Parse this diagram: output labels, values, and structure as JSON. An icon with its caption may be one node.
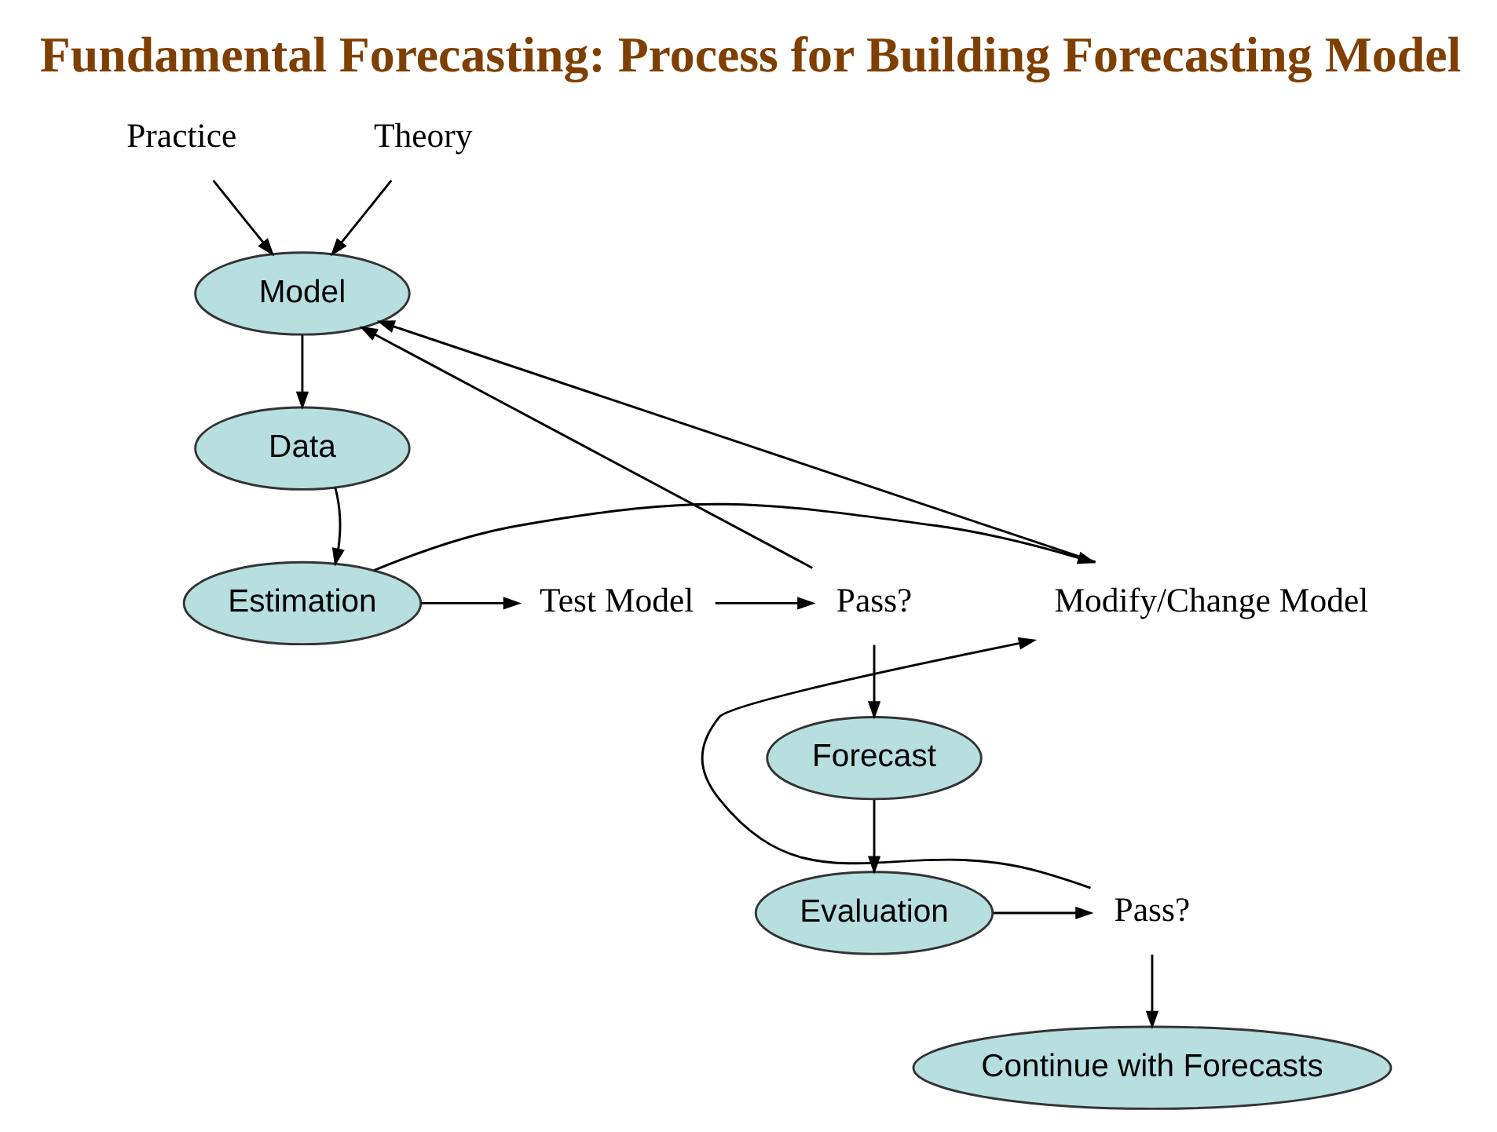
{
  "diagram": {
    "title": "Fundamental Forecasting: Process for Building Forecasting Model",
    "nodes": [
      {
        "text": [
          "Practice"
        ]
      },
      {
        "text": [
          "Theory"
        ]
      },
      {
        "text": [
          "Model"
        ]
      },
      {
        "text": [
          "Data"
        ]
      },
      {
        "text": [
          "Estimation"
        ]
      },
      {
        "text": [
          "Modify/Change Model"
        ]
      },
      {
        "text": [
          "Test Model"
        ]
      },
      {
        "text": [
          "Pass?"
        ]
      },
      {
        "text": [
          "Forecast"
        ]
      },
      {
        "text": [
          "Evaluation"
        ]
      },
      {
        "text": [
          "Pass?"
        ]
      },
      {
        "text": [
          "Continue with Forecasts"
        ]
      }
    ],
    "edges": [
      {
        "from": 0,
        "to": 2,
        "arrow": "to"
      },
      {
        "from": 1,
        "to": 2,
        "arrow": "to"
      },
      {
        "from": 2,
        "to": 3,
        "arrow": "to"
      },
      {
        "from": 3,
        "to": 4,
        "arrow": "to"
      },
      {
        "from": 4,
        "to": 5,
        "arrow": "to"
      },
      {
        "from": 5,
        "to": 2,
        "arrow": "to"
      },
      {
        "from": 4,
        "to": 6,
        "arrow": "to"
      },
      {
        "from": 6,
        "to": 7,
        "arrow": "to"
      },
      {
        "from": 7,
        "to": 2,
        "arrow": "to"
      },
      {
        "from": 7,
        "to": 8,
        "arrow": "to"
      },
      {
        "from": 8,
        "to": 9,
        "arrow": "to"
      },
      {
        "from": 9,
        "to": 10,
        "arrow": "to"
      },
      {
        "from": 10,
        "to": 5,
        "arrow": "to"
      },
      {
        "from": 10,
        "to": 11,
        "arrow": "to"
      }
    ]
  }
}
